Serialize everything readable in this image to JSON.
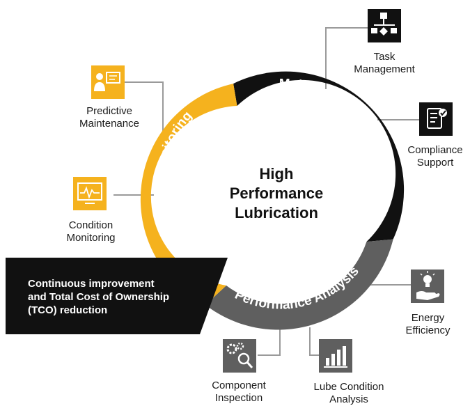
{
  "center": {
    "line1": "High",
    "line2": "Performance",
    "line3": "Lubrication"
  },
  "segments": {
    "maintenance_management": "Maintenance Management",
    "machine_monitoring": "Machine Monitoring",
    "performance_analysis": "Performance Analysis"
  },
  "callout": {
    "line1": "Continuous improvement",
    "line2": "and Total Cost of Ownership",
    "line3": "(TCO) reduction"
  },
  "items": {
    "task_management": {
      "line1": "Task",
      "line2": "Management",
      "icon": "workflow-icon"
    },
    "compliance_support": {
      "line1": "Compliance",
      "line2": "Support",
      "icon": "checklist-icon"
    },
    "predictive_maintenance": {
      "line1": "Predictive",
      "line2": "Maintenance",
      "icon": "presenter-icon"
    },
    "condition_monitoring": {
      "line1": "Condition",
      "line2": "Monitoring",
      "icon": "monitor-pulse-icon"
    },
    "energy_efficiency": {
      "line1": "Energy",
      "line2": "Efficiency",
      "icon": "lightbulb-hand-icon"
    },
    "component_inspection": {
      "line1": "Component",
      "line2": "Inspection",
      "icon": "gears-magnifier-icon"
    },
    "lube_condition_analysis": {
      "line1": "Lube Condition",
      "line2": "Analysis",
      "icon": "bar-chart-icon"
    }
  },
  "colors": {
    "black": "#111111",
    "yellow": "#f5b21e",
    "gray": "#5f5f5f",
    "connector": "#9a9a9a"
  }
}
